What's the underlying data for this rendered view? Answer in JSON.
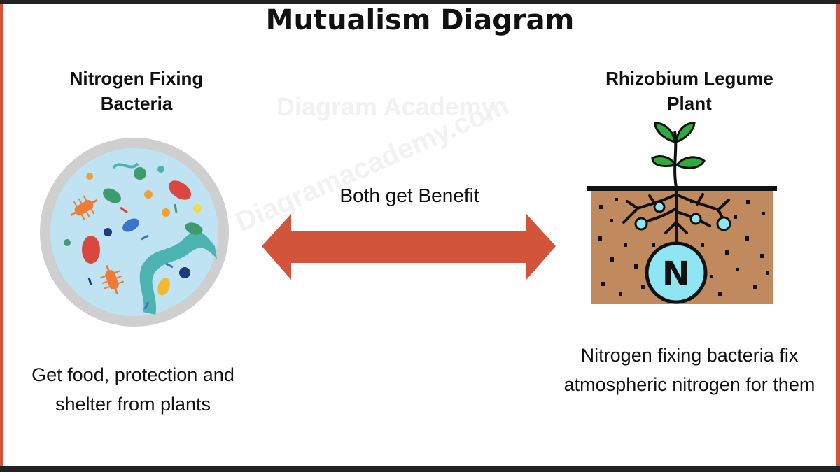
{
  "title": "Mutualism Diagram",
  "left": {
    "heading_line1": "Nitrogen Fixing",
    "heading_line2": "Bacteria",
    "caption_line1": "Get food, protection and",
    "caption_line2": "shelter from plants"
  },
  "middle": {
    "label": "Both get Benefit"
  },
  "right": {
    "heading_line1": "Rhizobium Legume",
    "heading_line2": "Plant",
    "caption_line1": "Nitrogen fixing bacteria fix",
    "caption_line2": "atmospheric nitrogen for them",
    "nodule_letter": "N"
  },
  "watermark": {
    "line1": "Diagram Academy",
    "line2": "Diagramacademy.com"
  },
  "colors": {
    "accent": "#d2543a",
    "soil": "#c08a5e",
    "petri_rim": "#cfcfcf",
    "petri_fill": "#bfe3f3",
    "leaf": "#2eaa3f",
    "nodule": "#8ee6f5"
  }
}
